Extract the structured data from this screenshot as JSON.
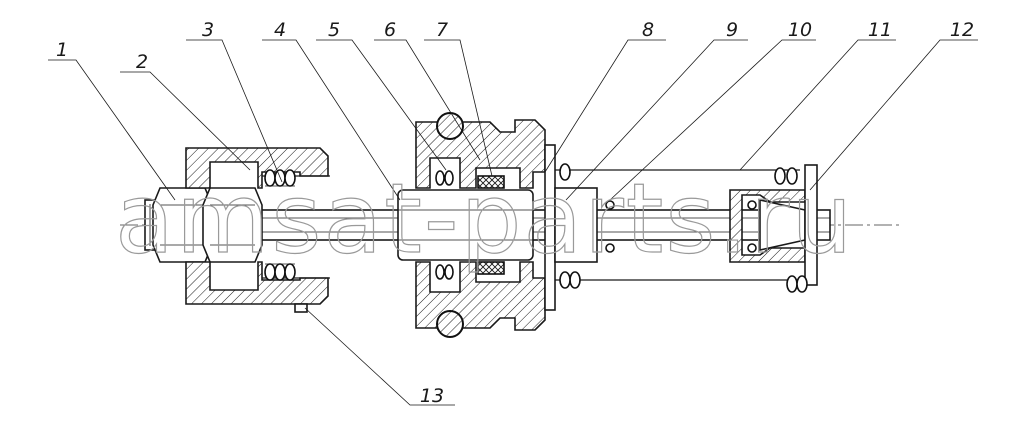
{
  "callouts": [
    "1",
    "2",
    "3",
    "4",
    "5",
    "6",
    "7",
    "8",
    "9",
    "10",
    "11",
    "12",
    "13"
  ],
  "watermark": "amsat-parts.ru"
}
